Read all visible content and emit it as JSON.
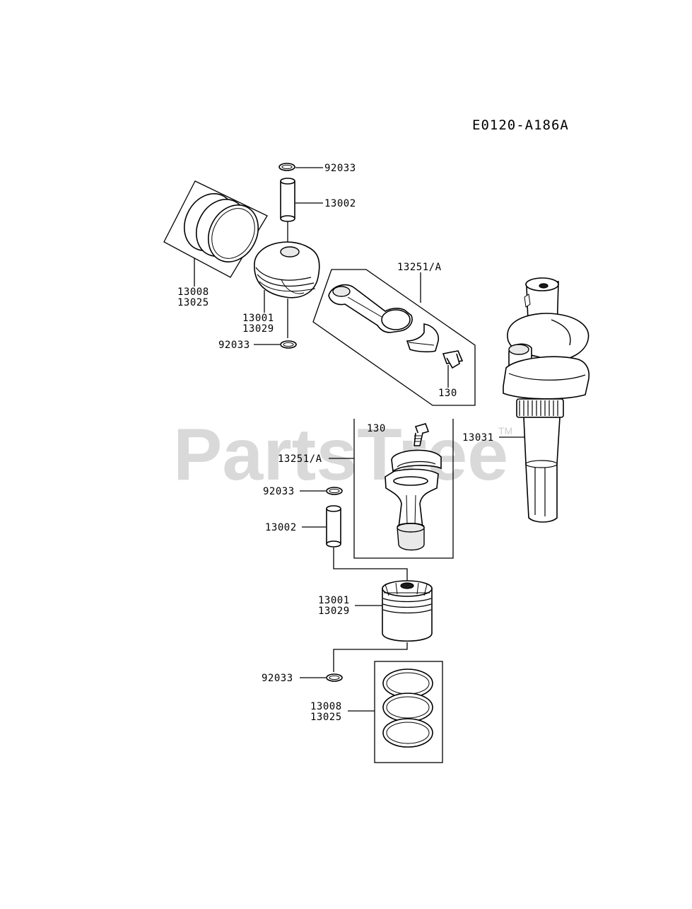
{
  "diagram": {
    "code": "E0120-A186A",
    "watermark": "PartsTree",
    "trademark": "TM",
    "callouts": {
      "clip_top": "92033",
      "pin_top": "13002",
      "rings_top_a": "13008",
      "rings_top_b": "13025",
      "piston_top_a": "13001",
      "piston_top_b": "13029",
      "clip_mid": "92033",
      "conrod_top": "13251/A",
      "bolt_top": "130",
      "crankshaft": "13031",
      "bolt_bottom": "130",
      "conrod_bottom": "13251/A",
      "clip_lower": "92033",
      "pin_bottom": "13002",
      "piston_bottom_a": "13001",
      "piston_bottom_b": "13029",
      "clip_bottom": "92033",
      "rings_bottom_a": "13008",
      "rings_bottom_b": "13025"
    }
  }
}
